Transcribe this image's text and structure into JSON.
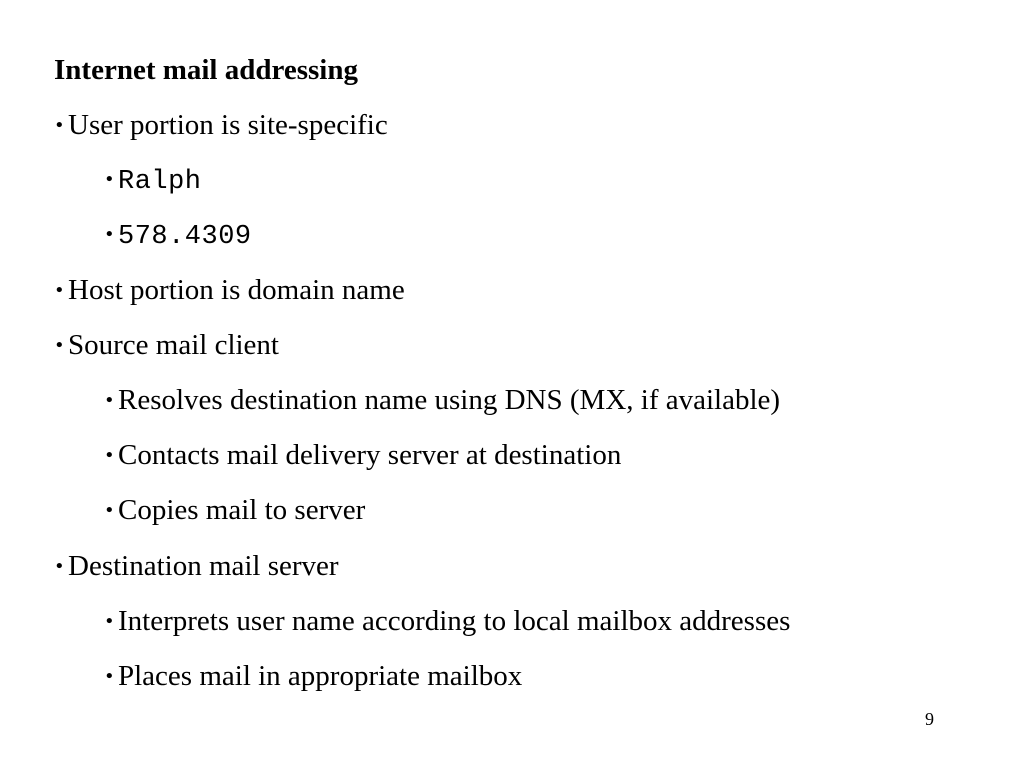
{
  "slide": {
    "title": "Internet mail addressing",
    "bullet_symbol": "•",
    "items": [
      {
        "text": "User portion is site-specific"
      },
      {
        "text": "Ralph"
      },
      {
        "text": "578.4309"
      },
      {
        "text": "Host portion is domain name"
      },
      {
        "text": "Source mail client"
      },
      {
        "text": "Resolves destination name using DNS (MX, if available)"
      },
      {
        "text": "Contacts mail delivery server at destination"
      },
      {
        "text": "Copies mail to server"
      },
      {
        "text": "Destination mail server"
      },
      {
        "text": "Interprets user name according to local mailbox addresses"
      },
      {
        "text": "Places mail in appropriate mailbox"
      }
    ],
    "page_number": "9"
  }
}
